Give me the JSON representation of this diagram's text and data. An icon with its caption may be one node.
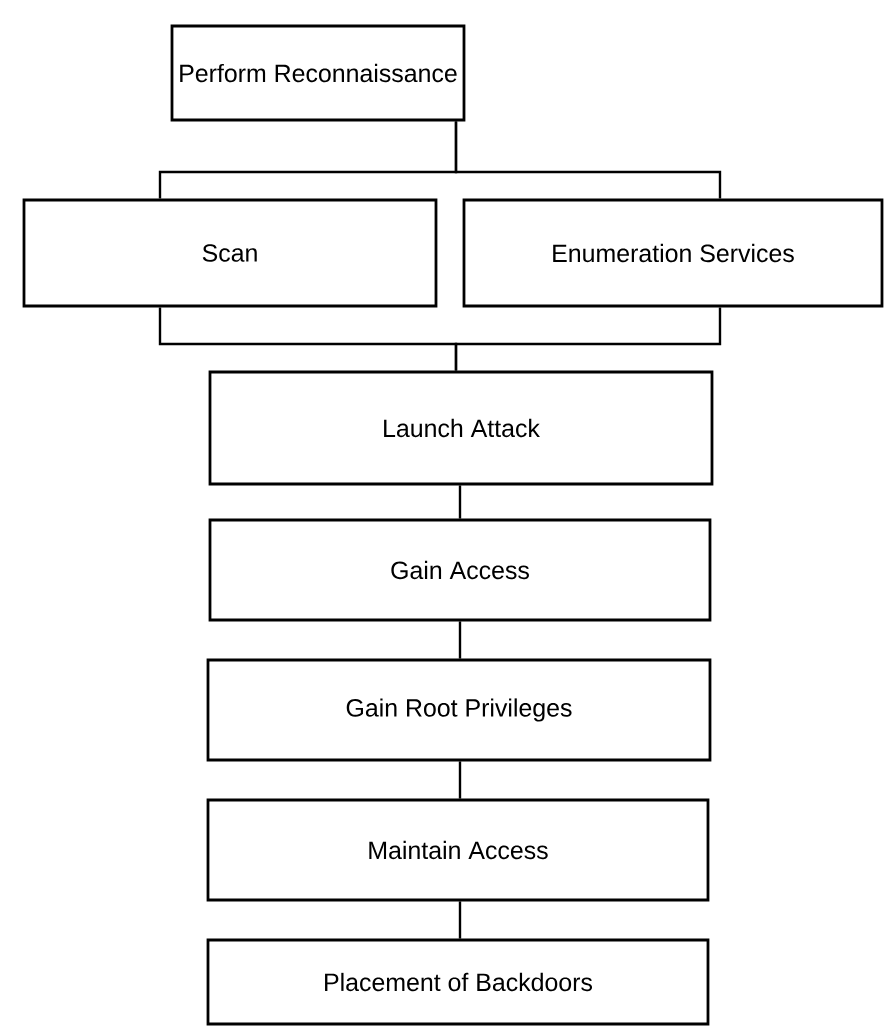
{
  "diagram": {
    "nodes": [
      {
        "text": [
          "Perform Reconnaissance"
        ]
      },
      {
        "text": [
          "Scan"
        ]
      },
      {
        "text": [
          "Enumeration Services"
        ]
      },
      {
        "text": [
          "Launch Attack"
        ]
      },
      {
        "text": [
          "Gain Access"
        ]
      },
      {
        "text": [
          "Gain Root Privileges"
        ]
      },
      {
        "text": [
          "Maintain Access"
        ]
      },
      {
        "text": [
          "Placement of Backdoors"
        ]
      }
    ],
    "edges": [
      {
        "from": 0,
        "to": 1,
        "arrow": "none"
      },
      {
        "from": 0,
        "to": 2,
        "arrow": "none"
      },
      {
        "from": 1,
        "to": 3,
        "arrow": "none"
      },
      {
        "from": 2,
        "to": 3,
        "arrow": "none"
      },
      {
        "from": 3,
        "to": 4,
        "arrow": "none"
      },
      {
        "from": 4,
        "to": 5,
        "arrow": "none"
      },
      {
        "from": 5,
        "to": 6,
        "arrow": "none"
      },
      {
        "from": 6,
        "to": 7,
        "arrow": "none"
      }
    ]
  }
}
